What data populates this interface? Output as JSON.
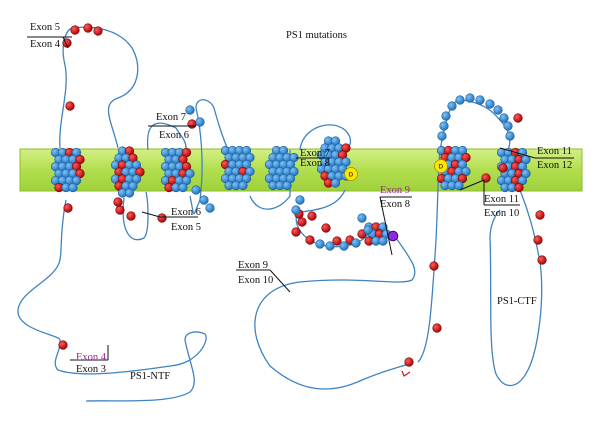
{
  "title": "PS1 mutations",
  "colors": {
    "membrane": "#b8e05a",
    "membrane_border": "#8bbf2a",
    "backbone": "#3f83c2",
    "residue": "#2e86d6",
    "mutation": "#d41414",
    "aspartate": "#ffe600",
    "exon_highlight": "#a020a0",
    "special_residue": "#8a2be2"
  },
  "labels": {
    "ex5_4": [
      "Exon 5",
      "Exon 4"
    ],
    "ex7_6a": [
      "Exon 7",
      "Exon 6"
    ],
    "ex6_5": [
      "Exon 6",
      "Exon 5"
    ],
    "ex7_8": [
      "Exon 7",
      "Exon 8"
    ],
    "ex9_8": [
      "Exon 9",
      "Exon 8"
    ],
    "ex9_10": [
      "Exon 9",
      "Exon 10"
    ],
    "ex11_12": [
      "Exon 11",
      "Exon 12"
    ],
    "ex11_10": [
      "Exon 11",
      "Exon 10"
    ],
    "ex4_3": [
      "Exon 4",
      "Exon 3"
    ]
  },
  "fragments": {
    "ntf": "PS1-NTF",
    "ctf": "PS1-CTF"
  },
  "aspartate_label": "D"
}
